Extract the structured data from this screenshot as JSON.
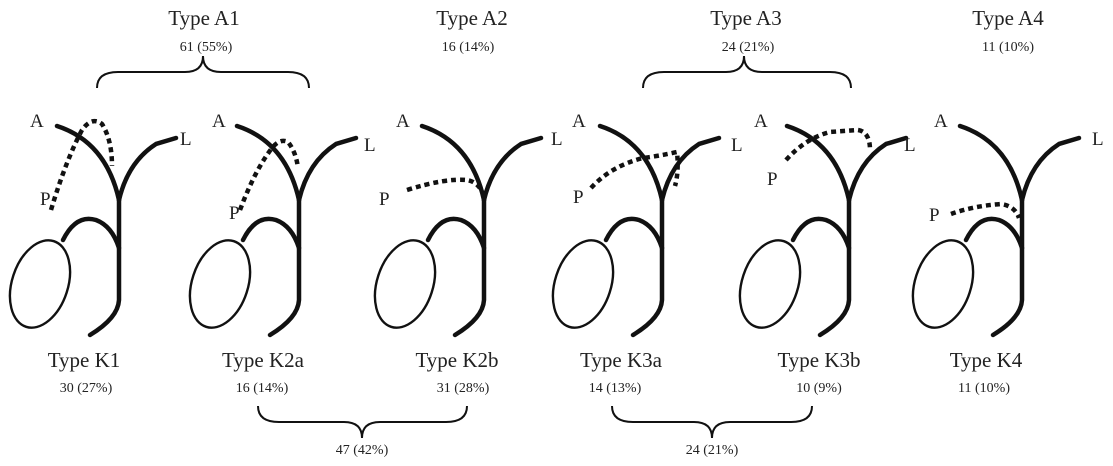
{
  "top_types": [
    {
      "label": "Type A1",
      "count": "61 (55%)"
    },
    {
      "label": "Type A2",
      "count": "16 (14%)"
    },
    {
      "label": "Type A3",
      "count": "24 (21%)"
    },
    {
      "label": "Type A4",
      "count": "11 (10%)"
    }
  ],
  "bottom_types": [
    {
      "label": "Type K1",
      "count": "30 (27%)"
    },
    {
      "label": "Type K2a",
      "count": "16 (14%)"
    },
    {
      "label": "Type K2b",
      "count": "31 (28%)"
    },
    {
      "label": "Type K3a",
      "count": "14 (13%)"
    },
    {
      "label": "Type K3b",
      "count": "10 (9%)"
    },
    {
      "label": "Type K4",
      "count": "11 (10%)"
    }
  ],
  "bottom_groups": [
    {
      "count": "47 (42%)"
    },
    {
      "count": "24 (21%)"
    }
  ],
  "duct_letters": {
    "anterior": "A",
    "lateral": "L",
    "posterior": "P"
  }
}
